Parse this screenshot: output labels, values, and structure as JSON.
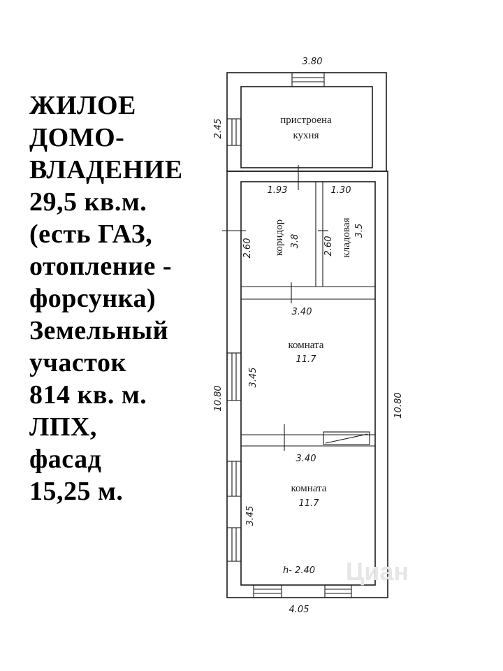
{
  "info": {
    "lines": [
      "ЖИЛОЕ",
      "ДОМО-",
      "ВЛАДЕНИЕ",
      "29,5 кв.м.",
      "(есть ГАЗ,",
      "отопление -",
      "форсунка)",
      "Земельный",
      "участок",
      "814 кв. м.",
      "ЛПХ,",
      "фасад",
      "15,25 м."
    ]
  },
  "plan": {
    "rooms": {
      "kitchen": {
        "name_line1": "пристроена",
        "name_line2": "кухня"
      },
      "corridor": {
        "name": "коридор",
        "area": "3.8"
      },
      "storage": {
        "name": "кладовая",
        "area": "3.5"
      },
      "room1": {
        "name": "комната",
        "area": "11.7"
      },
      "room2": {
        "name": "комната",
        "area": "11.7"
      }
    },
    "dimensions": {
      "kitchen_width": "3.80",
      "kitchen_depth": "2.45",
      "corridor_width": "1.93",
      "storage_width": "1.30",
      "corridor_depth": "2.60",
      "storage_depth": "2.60",
      "room1_width": "3.40",
      "room1_depth": "3.45",
      "room2_width": "3.40",
      "room2_depth": "3.45",
      "total_left": "10.80",
      "total_right": "10.80",
      "ceiling_height": "h- 2.40",
      "bottom_width": "4.05"
    }
  },
  "watermark": "Циан"
}
